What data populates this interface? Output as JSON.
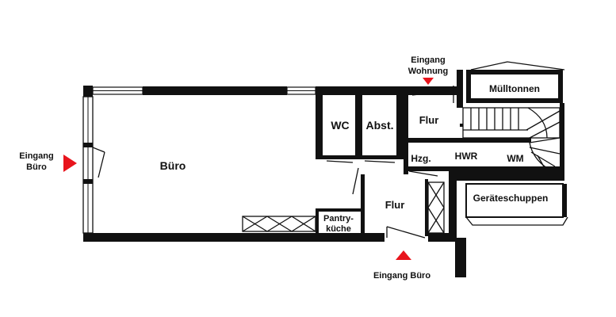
{
  "rooms": {
    "buero": "Büro",
    "wc": "WC",
    "abst": "Abst.",
    "flur_upper": "Flur",
    "flur_lower": "Flur",
    "hzg": "Hzg.",
    "hwr": "HWR",
    "wm": "WM",
    "pantry_line1": "Pantry-",
    "pantry_line2": "küche",
    "muelltonnen": "Mülltonnen",
    "geraeteschuppen": "Geräteschuppen"
  },
  "entrances": {
    "wohnung_line1": "Eingang",
    "wohnung_line2": "Wohnung",
    "buero_side_line1": "Eingang",
    "buero_side_line2": "Büro",
    "buero_bottom": "Eingang Büro"
  },
  "colors": {
    "wall": "#111111",
    "marker": "#e8141c",
    "background": "#ffffff"
  },
  "icons": {
    "entrance_marker": "red-triangle-icon"
  }
}
